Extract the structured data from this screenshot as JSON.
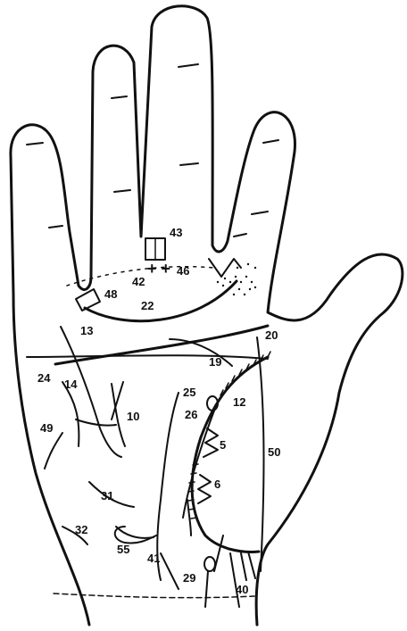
{
  "labels": {
    "l43": "43",
    "l46": "46",
    "l42": "42",
    "l48": "48",
    "l22": "22",
    "l13": "13",
    "l20": "20",
    "l19": "19",
    "l24": "24",
    "l14": "14",
    "l25": "25",
    "l12": "12",
    "l26": "26",
    "l10": "10",
    "l49": "49",
    "l5": "5",
    "l50": "50",
    "l6": "6",
    "l31": "31",
    "l32": "32",
    "l55": "55",
    "l41": "41",
    "l29": "29",
    "l40": "40"
  },
  "marks": {
    "crosses": "+ +"
  }
}
